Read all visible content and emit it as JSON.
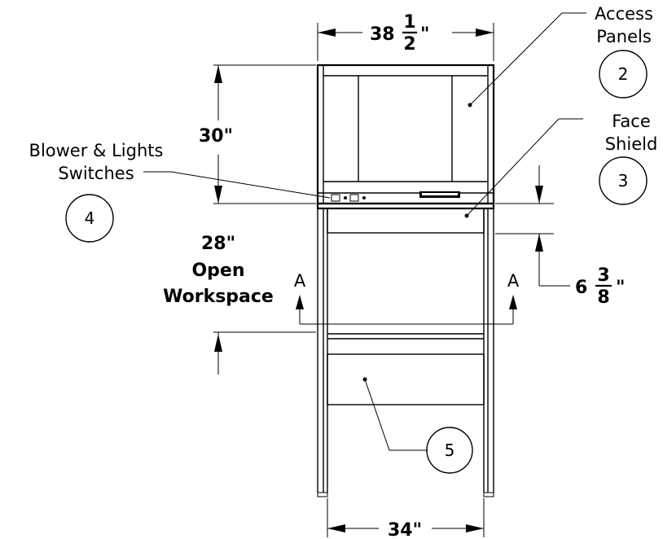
{
  "dimensions": {
    "width_whole": "38",
    "width_num": "1",
    "width_den": "2",
    "width_unit": "\"",
    "height_upper": "30\"",
    "open_workspace_value": "28\"",
    "open_workspace_line1": "Open",
    "open_workspace_line2": "Workspace",
    "shield_whole": "6",
    "shield_num": "3",
    "shield_den": "8",
    "shield_unit": "\"",
    "base_width": "34\""
  },
  "callouts": {
    "access_panels_line1": "Access",
    "access_panels_line2": "Panels",
    "access_panels_num": "2",
    "face_shield_line1": "Face",
    "face_shield_line2": "Shield",
    "face_shield_num": "3",
    "switches_line1": "Blower & Lights",
    "switches_line2": "Switches",
    "switches_num": "4",
    "base_num": "5"
  },
  "section_marks": {
    "left": "A",
    "right": "A"
  }
}
